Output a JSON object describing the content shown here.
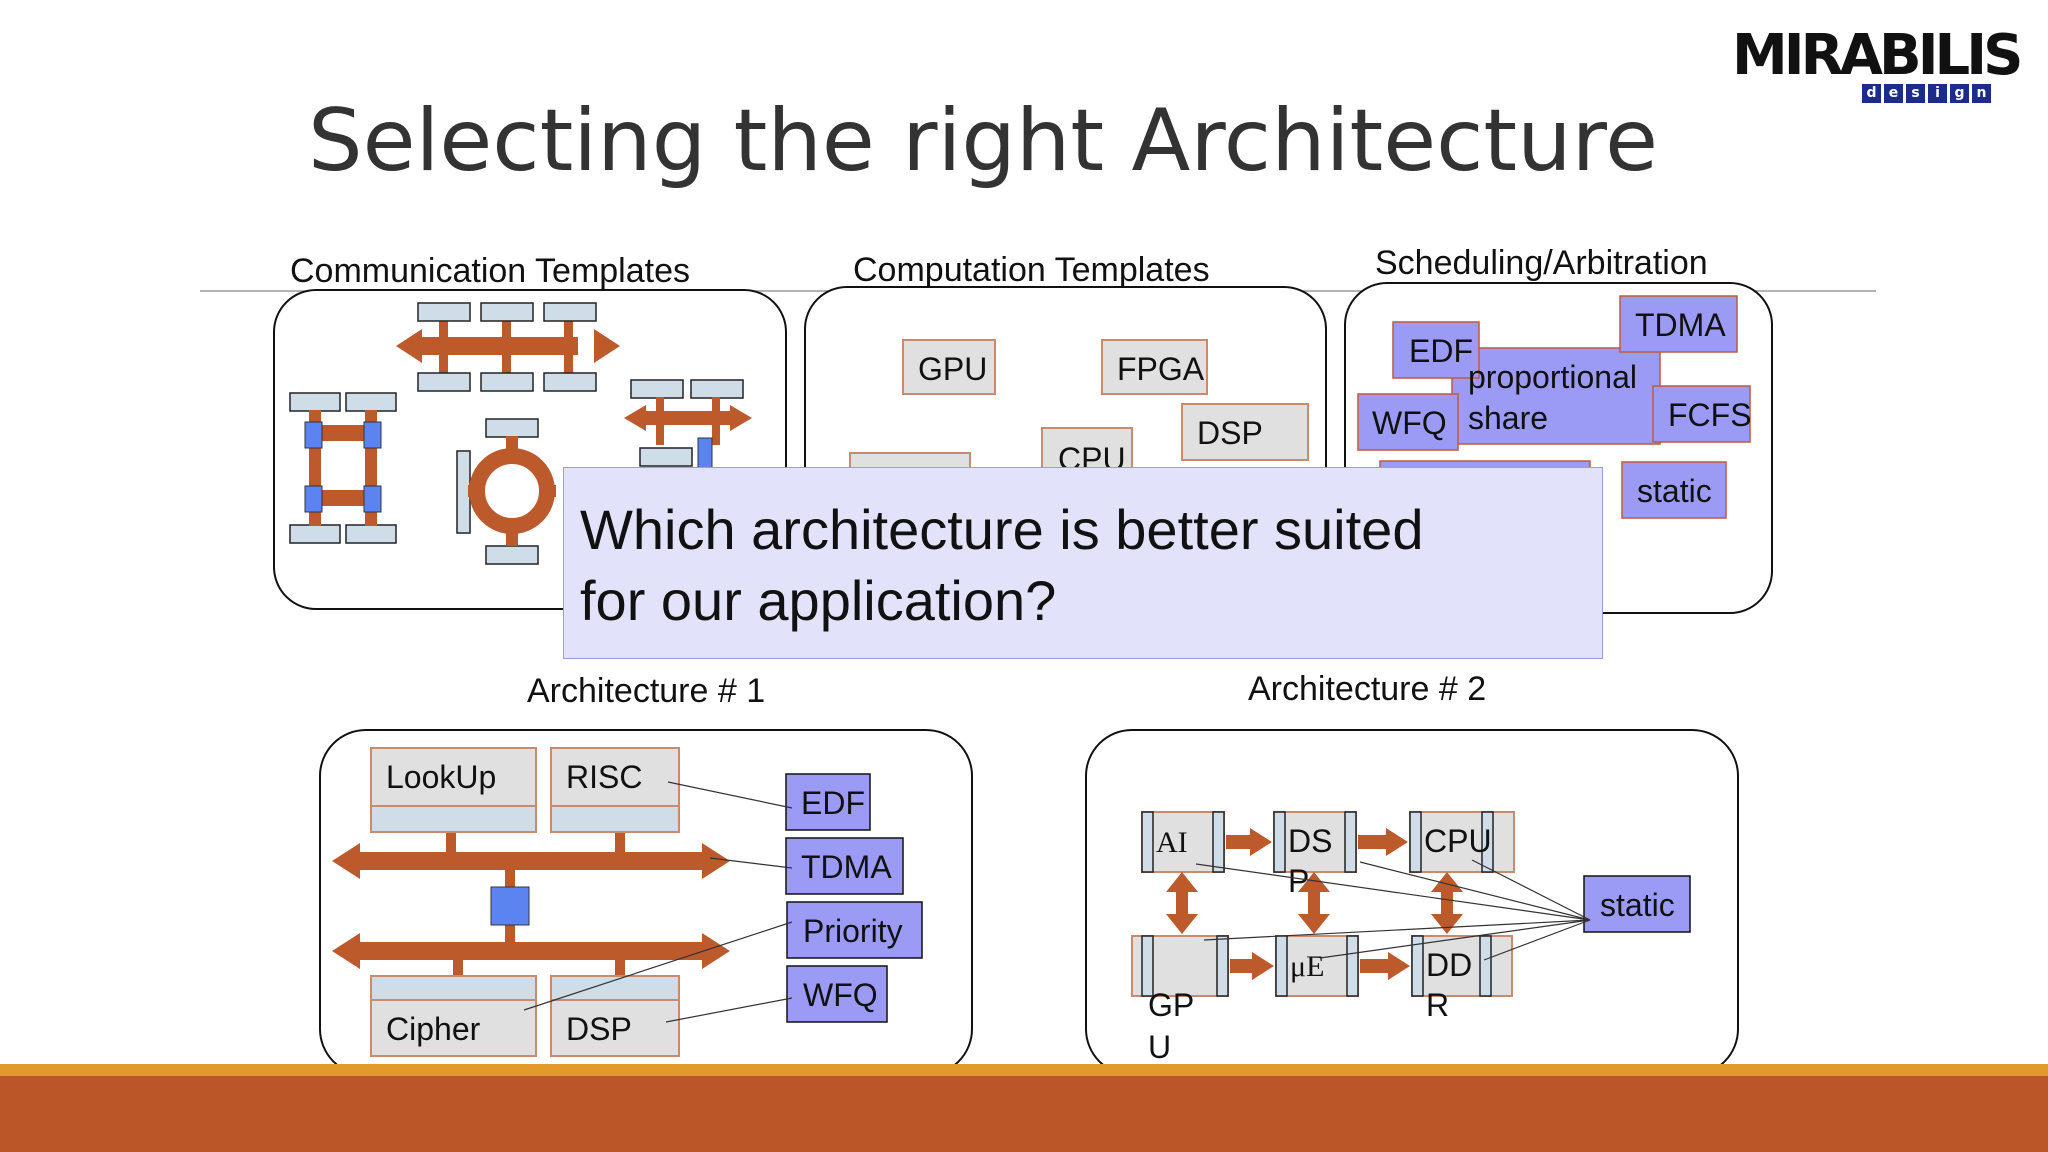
{
  "slide": {
    "title": "Selecting the right Architecture",
    "callout_lines": [
      "Which architecture is better suited",
      "for our application?"
    ]
  },
  "logo": {
    "name": "MIRABILIS",
    "sub_letters": [
      "d",
      "e",
      "s",
      "i",
      "g",
      "n"
    ]
  },
  "panels": {
    "communication": {
      "label": "Communication Templates"
    },
    "computation": {
      "label": "Computation Templates",
      "blocks": [
        "GPU",
        "FPGA",
        "DSP",
        "CPU"
      ]
    },
    "scheduling": {
      "label": "Scheduling/Arbitration",
      "blocks": [
        "EDF",
        "TDMA",
        "WFQ",
        "FCFS",
        "static"
      ],
      "proportional_lines": [
        "proportional",
        "share"
      ]
    },
    "arch1": {
      "label": "Architecture # 1",
      "top_blocks": [
        "LookUp",
        "RISC"
      ],
      "bottom_blocks": [
        "Cipher",
        "DSP"
      ],
      "policies": [
        "EDF",
        "TDMA",
        "Priority",
        "WFQ"
      ]
    },
    "arch2": {
      "label": "Architecture # 2",
      "top_row": [
        "AI",
        "DS",
        "CPU"
      ],
      "top_row_wrap": [
        "",
        "P",
        ""
      ],
      "bottom_row": [
        "",
        "μE",
        "DD"
      ],
      "bottom_row_wrap": [
        "",
        "",
        "R"
      ],
      "gpu_label": [
        "GP",
        "U"
      ],
      "policy": "static"
    }
  },
  "colors": {
    "bus": "#bd5a2c",
    "port": "#5b84f0",
    "block_fill": "#ececec",
    "block_border": "#c98b6d",
    "policy_fill": "#9b9bf6",
    "slot_fill": "#cfdde8",
    "footer": "#bb5628",
    "footer_line": "#e29a2a",
    "callout_fill": "#e2e2fb"
  }
}
